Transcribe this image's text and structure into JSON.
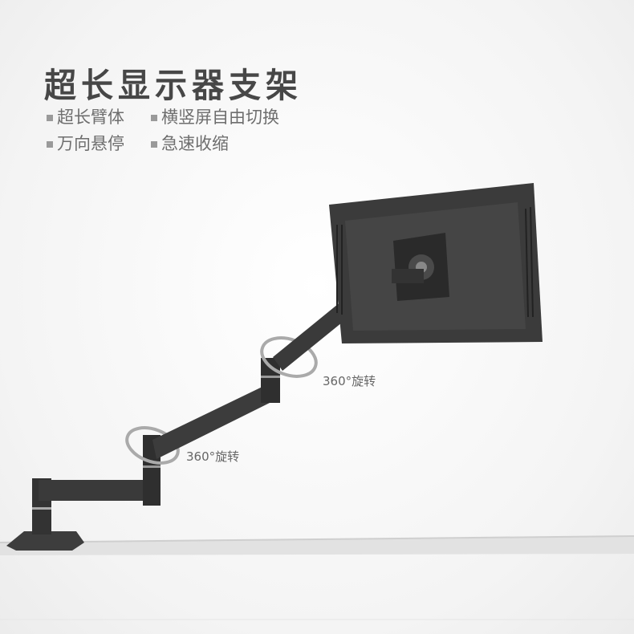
{
  "title": "超长显示器支架",
  "features": [
    "超长臂体",
    "横竖屏自由切换",
    "万向悬停",
    "急速收缩"
  ],
  "rotation_labels": [
    "360°旋转",
    "360°旋转"
  ],
  "colors": {
    "title": "#474747",
    "text": "#6e6e6e",
    "product": "#3a3a3a"
  }
}
